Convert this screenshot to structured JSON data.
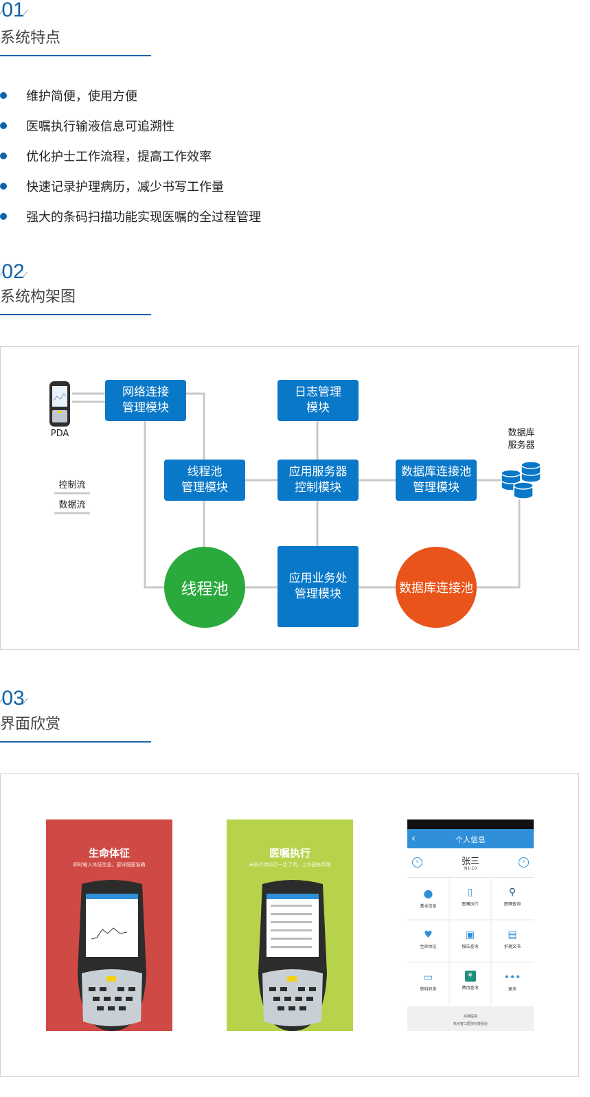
{
  "sections": [
    {
      "num": "01",
      "title": "系统特点"
    },
    {
      "num": "02",
      "title": "系统构架图"
    },
    {
      "num": "03",
      "title": "界面欣赏"
    }
  ],
  "features": [
    "维护简便，使用方便",
    "医嘱执行输液信息可追溯性",
    "优化护士工作流程，提高工作效率",
    "快速记录护理病历，减少书写工作量",
    "强大的条码扫描功能实现医嘱的全过程管理"
  ],
  "diagram": {
    "pda_label": "PDA",
    "legend": {
      "control": "控制流",
      "data": "数据流"
    },
    "db_server": [
      "数据库",
      "服务器"
    ],
    "net_module": [
      "网络连接",
      "管理模块"
    ],
    "log_module": [
      "日志管理",
      "模块"
    ],
    "threadpool_module": [
      "线程池",
      "管理模块"
    ],
    "appserver_module": [
      "应用服务器",
      "控制模块"
    ],
    "dbconn_module": [
      "数据库连接池",
      "管理模块"
    ],
    "business_module": [
      "应用业务处",
      "管理模块"
    ],
    "threadpool_circle": "线程池",
    "dbpool_circle": "数据库连接池",
    "colors": {
      "blue": "#0a78c8",
      "green": "#2aaa3c",
      "orange": "#e8541a"
    }
  },
  "screens": {
    "vital": {
      "title": "生命体征",
      "subtitle": "即时输入体征信息，更详细更准确",
      "color": "#cf4a45"
    },
    "order": {
      "title": "医嘱执行",
      "subtitle": "未执行待执行一目了然，工作更有条理",
      "color": "#b7d24b"
    },
    "profile": {
      "header": "个人信息",
      "name": "张三",
      "bed": "N1-10",
      "grid": [
        "基本信息",
        "医嘱执行",
        "医嘱查询",
        "生命体征",
        "报告查询",
        "护理文书",
        "转科转床",
        "费用查询",
        "更多"
      ],
      "footer": [
        "高峰医院",
        "杭州智江医院科技股份"
      ],
      "accent": "#2f8fd8"
    }
  }
}
